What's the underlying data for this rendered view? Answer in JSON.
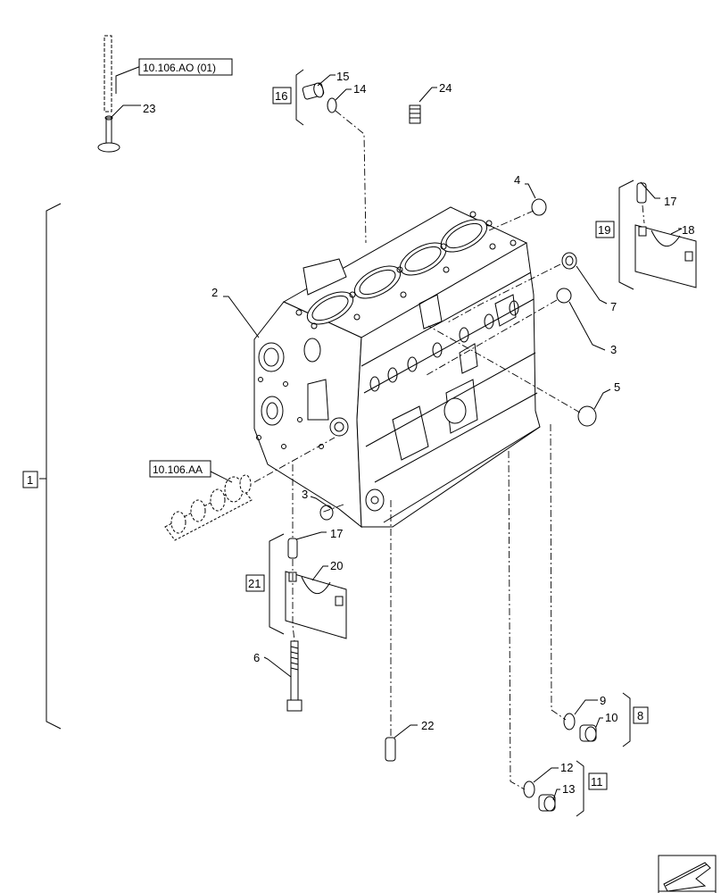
{
  "refs": {
    "camshaft": "10.106.AA",
    "oil_cooler": "10.106.AO (01)"
  },
  "callouts": {
    "c1": "1",
    "c2": "2",
    "c3a": "3",
    "c3b": "3",
    "c4": "4",
    "c5": "5",
    "c6": "6",
    "c7": "7",
    "c8": "8",
    "c9": "9",
    "c10": "10",
    "c11": "11",
    "c12": "12",
    "c13": "13",
    "c14": "14",
    "c15": "15",
    "c16": "16",
    "c17a": "17",
    "c17b": "17",
    "c18": "18",
    "c19": "19",
    "c20": "20",
    "c21": "21",
    "c22": "22",
    "c23": "23",
    "c24": "24"
  },
  "icons": {
    "nav": "arrow-page-icon"
  }
}
